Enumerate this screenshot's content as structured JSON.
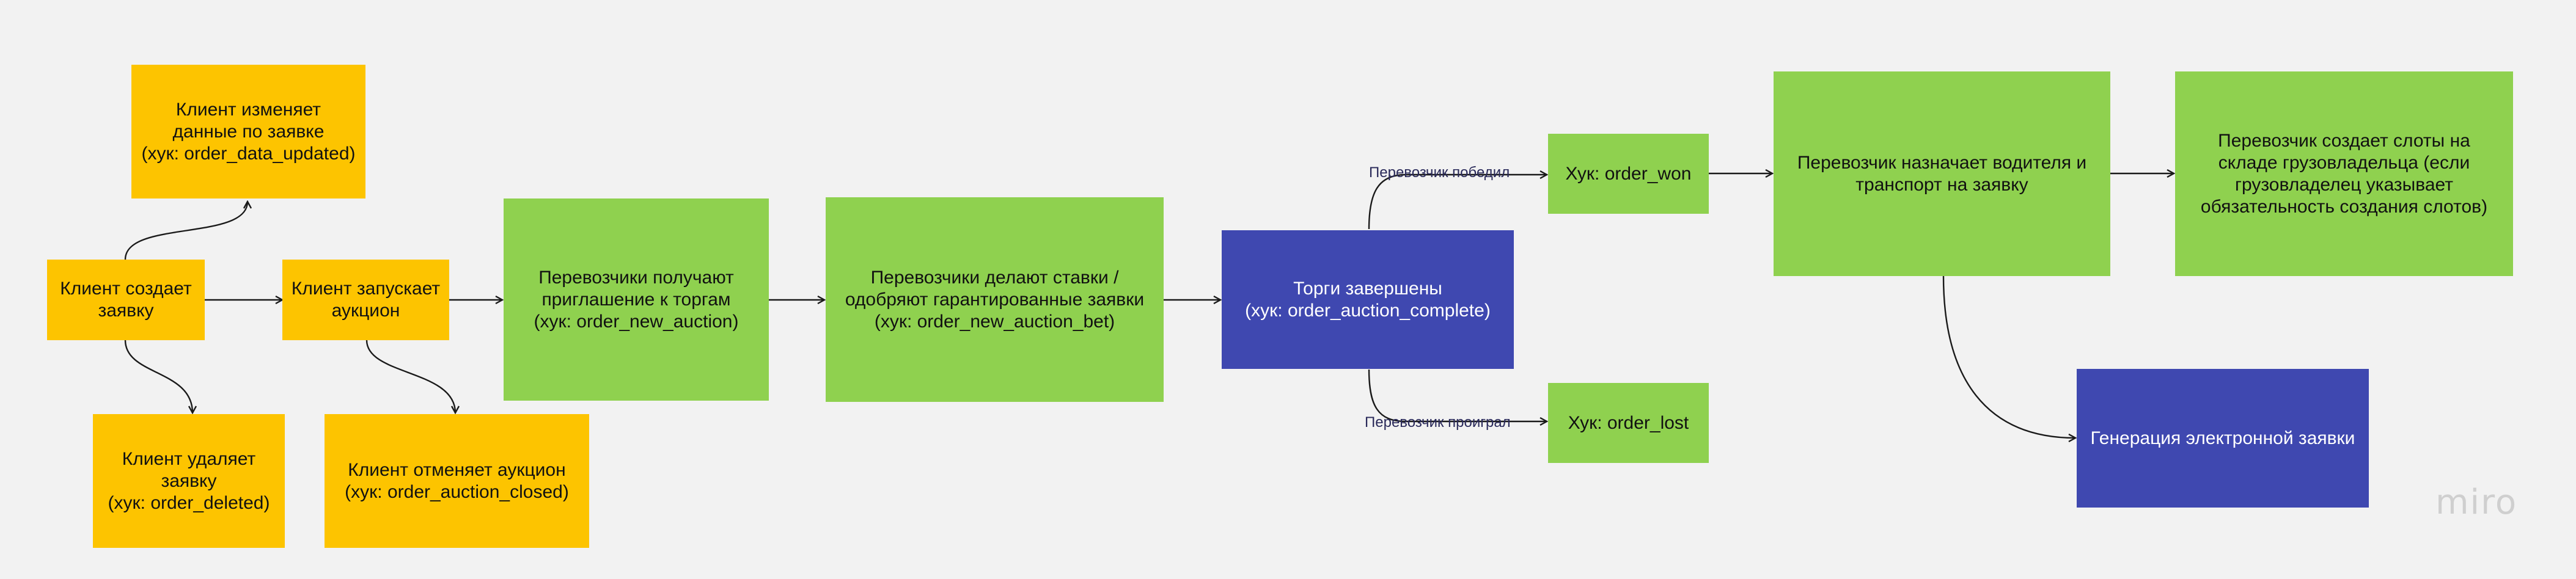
{
  "nodes": {
    "client_edits": "Клиент изменяет\nданные по заявке\n(хук: order_data_updated)",
    "client_creates": "Клиент создает\nзаявку",
    "client_deletes": "Клиент удаляет\nзаявку\n(хук: order_deleted)",
    "client_starts_auction": "Клиент запускает\nаукцион",
    "client_cancels_auction": "Клиент отменяет аукцион\n(хук: order_auction_closed)",
    "carriers_invited": "Перевозчики получают\nприглашение к торгам\n(хук: order_new_auction)",
    "carriers_bid": "Перевозчики делают ставки /\nодобряют гарантированные заявки\n(хук: order_new_auction_bet)",
    "auction_complete": "Торги завершены\n(хук: order_auction_complete)",
    "order_won": "Хук: order_won",
    "order_lost": "Хук: order_lost",
    "assign_driver": "Перевозчик назначает водителя и\nтранспорт на заявку",
    "create_slots": "Перевозчик создает слоты на\nскладе грузовладельца (если\nгрузовладелец указывает\nобязательность создания слотов)",
    "e_document": "Генерация электронной заявки"
  },
  "edge_labels": {
    "won": "Перевозчик победил",
    "lost": "Перевозчик проиграл"
  },
  "logo": "miro",
  "colors": {
    "yellow": "#fdc400",
    "green": "#8fd14f",
    "blue": "#3f48b0",
    "background": "#f2f2f2"
  }
}
